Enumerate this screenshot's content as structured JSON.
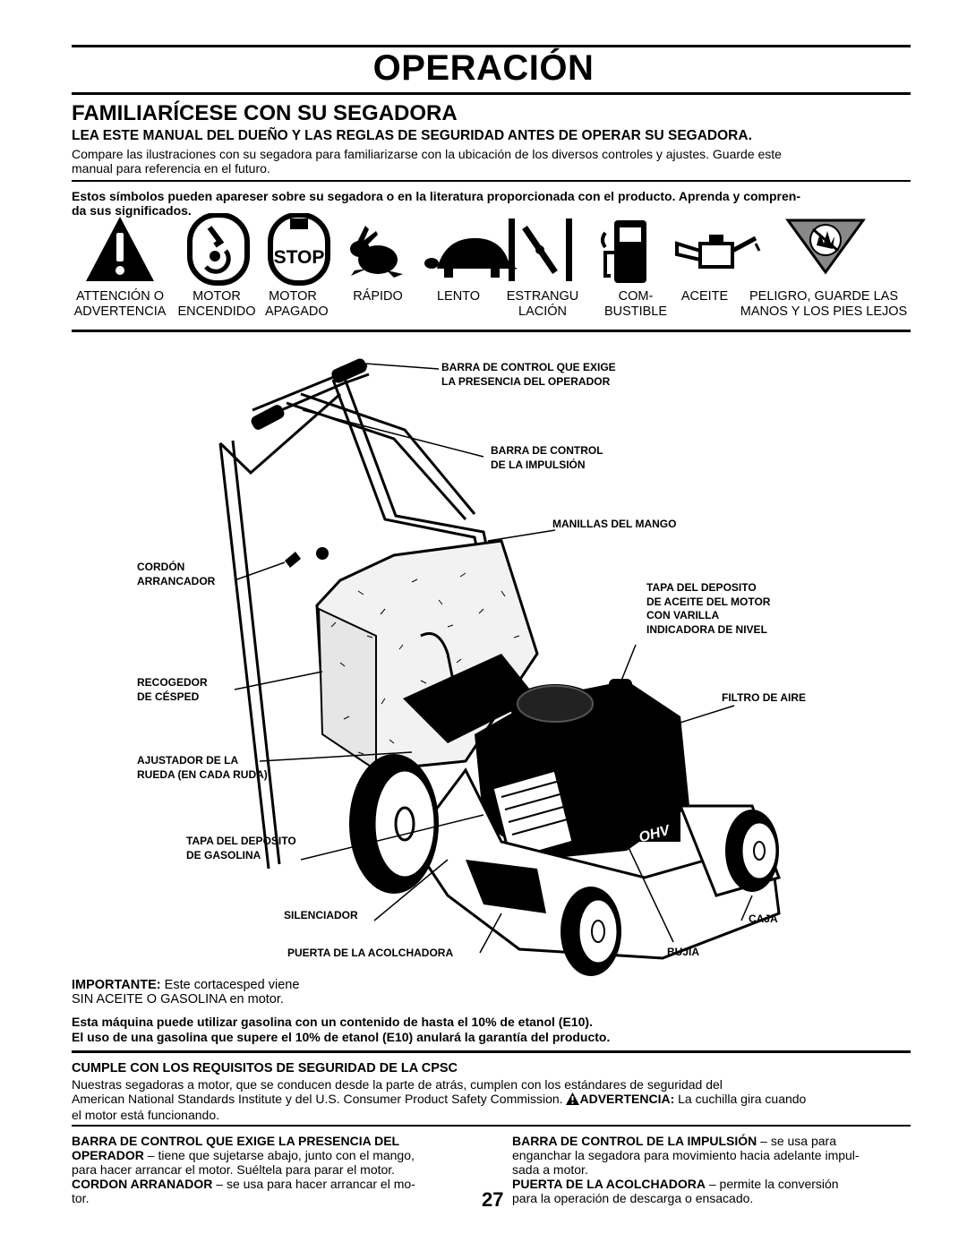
{
  "title": "OPERACIÓN",
  "section1": {
    "heading": "FAMILIARÍCESE CON SU SEGADORA",
    "subheading": "LEA ESTE MANUAL DEL DUEÑO Y LAS REGLAS DE SEGURIDAD ANTES DE OPERAR SU SEGADORA.",
    "para_line1": "Compare las ilustraciones con su segadora para familiarizarse con la ubicación de los diversos controles y ajustes. Guarde este",
    "para_line2": "manual para referencia en el futuro.",
    "symbols_intro_line1": "Estos símbolos pueden apareser sobre su segadora o en la literatura proporcionada con el producto.  Aprenda y compren-",
    "symbols_intro_line2": "da sus significados."
  },
  "symbols": [
    {
      "icon": "warning-triangle-icon",
      "line1": "ATTENCIÓN O",
      "line2": "ADVERTENCIA"
    },
    {
      "icon": "engine-start-icon",
      "line1": "MOTOR",
      "line2": "ENCENDIDO"
    },
    {
      "icon": "engine-stop-icon",
      "line1": "MOTOR",
      "line2": "APAGADO",
      "stop_text": "STOP"
    },
    {
      "icon": "rabbit-fast-icon",
      "line1": "RÁPIDO",
      "line2": ""
    },
    {
      "icon": "turtle-slow-icon",
      "line1": "LENTO",
      "line2": ""
    },
    {
      "icon": "choke-icon",
      "line1": "ESTRANGU",
      "line2": "LACIÓN"
    },
    {
      "icon": "fuel-pump-icon",
      "line1": "COM-",
      "line2": "BUSTIBLE"
    },
    {
      "icon": "oil-can-icon",
      "line1": "ACEITE",
      "line2": ""
    },
    {
      "icon": "hand-hazard-icon",
      "line1": "PELIGRO, GUARDE LAS",
      "line2": "MANOS Y LOS PIES LEJOS"
    }
  ],
  "callouts": {
    "operator_bar": [
      "BARRA DE CONTROL QUE EXIGE",
      "LA PRESENCIA DEL OPERADOR"
    ],
    "drive_bar": [
      "BARRA DE CONTROL",
      "DE LA IMPULSIÓN"
    ],
    "handle_knobs": [
      "MANILLAS DEL MANGO"
    ],
    "oil_cap": [
      "TAPA DEL DEPOSITO",
      "DE ACEITE DEL MOTOR",
      "CON VARILLA",
      "INDICADORA DE NIVEL"
    ],
    "air_filter": [
      "FILTRO DE AIRE"
    ],
    "starter_rope": [
      "CORDÓN",
      "ARRANCADOR"
    ],
    "grass_bag": [
      "RECOGEDOR",
      "DE CÉSPED"
    ],
    "wheel_adjuster": [
      "AJUSTADOR DE LA",
      "RUEDA (EN CADA RUDA)"
    ],
    "fuel_cap": [
      "TAPA DEL DEPOSITO",
      "DE GASOLINA"
    ],
    "muffler": [
      "SILENCIADOR"
    ],
    "housing": [
      "CAJA"
    ],
    "mulch_door": [
      "PUERTA DE LA ACOLCHADORA"
    ],
    "spark_plug": [
      "BUJÍA"
    ],
    "engine_label": "OHV"
  },
  "important": {
    "label": "IMPORTANTE:",
    "line1_rest": " Este cortacesped viene",
    "line2": "SIN ACEITE O GASOLINA en motor."
  },
  "ethanol": {
    "line1": "Esta máquina puede utilizar gasolina con un contenido de hasta el 10% de etanol (E10).",
    "line2": "El uso de una gasolina que supere el 10% de etanol (E10) anulará la garantía del producto."
  },
  "cpsc": {
    "heading": "CUMPLE CON LOS REQUISITOS DE SEGURIDAD DE LA CPSC",
    "line1": "Nuestras segadoras a motor, que se conducen desde la parte de atrás, cumplen con los estándares de seguridad del",
    "line2_a": "American National Standards Institute y del U.S. Consumer Product Safety Commission. ",
    "warning_label": "ADVERTENCIA:",
    "line2_b": "  La cuchilla gira cuando",
    "line3": "el motor está funcionando."
  },
  "bottom_left": {
    "t1_bold": "BARRA DE CONTROL QUE EXIGE LA PRESENCIA DEL",
    "t2_bold": "OPERADOR",
    "t2_rest": " – tiene que sujetarse abajo, junto con el mango,",
    "t3": "para hacer arrancar el motor. Suéltela para parar el motor.",
    "t4_bold": "CORDON ARRANADOR",
    "t4_rest": " – se usa para hacer arrancar el mo-",
    "t5": "tor."
  },
  "bottom_right": {
    "t1_bold": "BARRA DE CONTROL DE LA IMPULSIÓN",
    "t1_rest": " – se usa para",
    "t2": "enganchar la segadora para movimiento hacia adelante impul-",
    "t3": "sada a motor.",
    "t4_bold": "PUERTA DE LA ACOLCHADORA",
    "t4_rest": " – permite la conversión",
    "t5": "para la operación de descarga o ensacado."
  },
  "page_number": "27"
}
